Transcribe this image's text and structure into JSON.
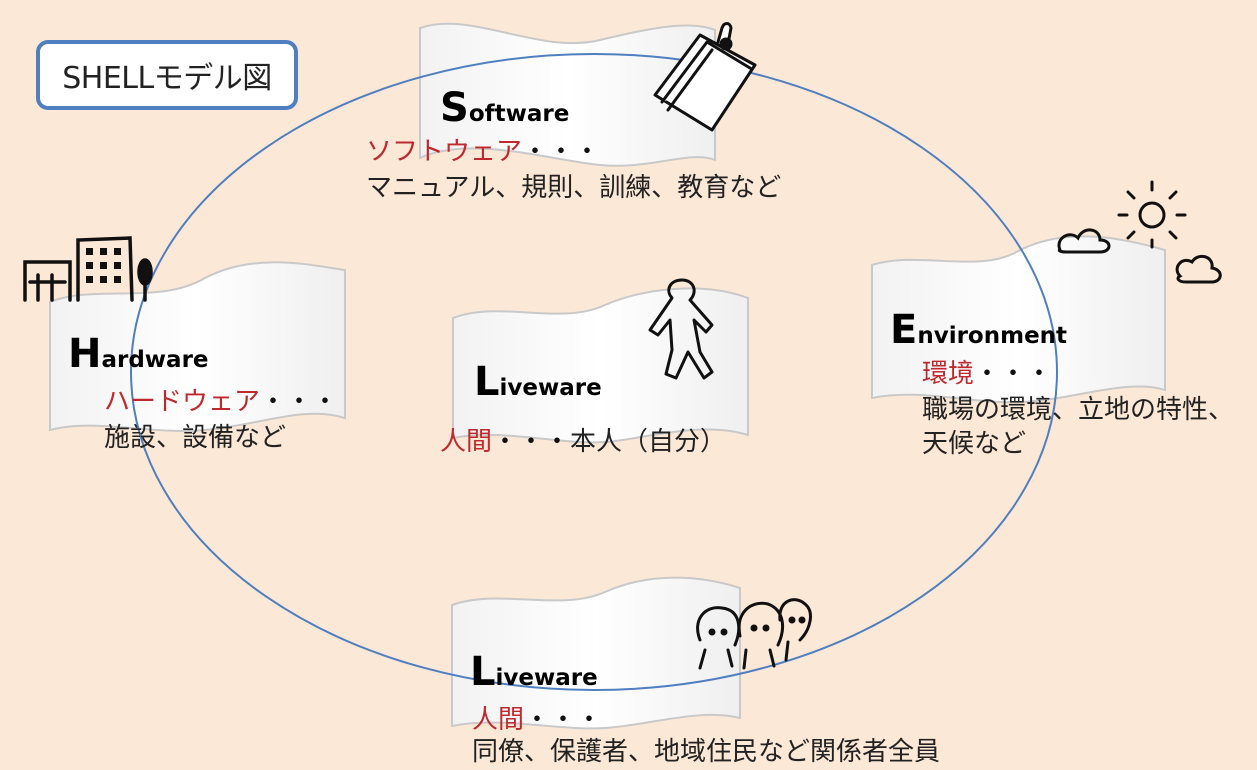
{
  "title": "SHELLモデル図",
  "colors": {
    "background": "#fce8d6",
    "accent_red": "#c0282d",
    "ellipse": "#4f7fc0",
    "title_border": "#4f7fc0"
  },
  "software": {
    "cap": "S",
    "rest": "oftware",
    "jp": "ソフトウェア",
    "dots": "・・・",
    "desc": "マニュアル、規則、訓練、教育など",
    "icon": "notepad-icon"
  },
  "hardware": {
    "cap": "H",
    "rest": "ardware",
    "jp": "ハードウェア",
    "dots": "・・・",
    "desc": "施設、設備など",
    "icon": "building-icon"
  },
  "liveware_center": {
    "cap": "L",
    "rest": "iveware",
    "jp": "人間",
    "dots": "・・・",
    "desc": "本人（自分）",
    "icon": "person-icon"
  },
  "environment": {
    "cap": "E",
    "rest": "nvironment",
    "jp": "環境",
    "dots": "・・・",
    "desc1": "職場の環境、立地の特性、",
    "desc2": "天候など",
    "icon": "weather-icon"
  },
  "liveware_bottom": {
    "cap": "L",
    "rest": "iveware",
    "jp": "人間",
    "dots": "・・・",
    "desc": "同僚、保護者、地域住民など関係者全員",
    "icon": "people-group-icon"
  }
}
